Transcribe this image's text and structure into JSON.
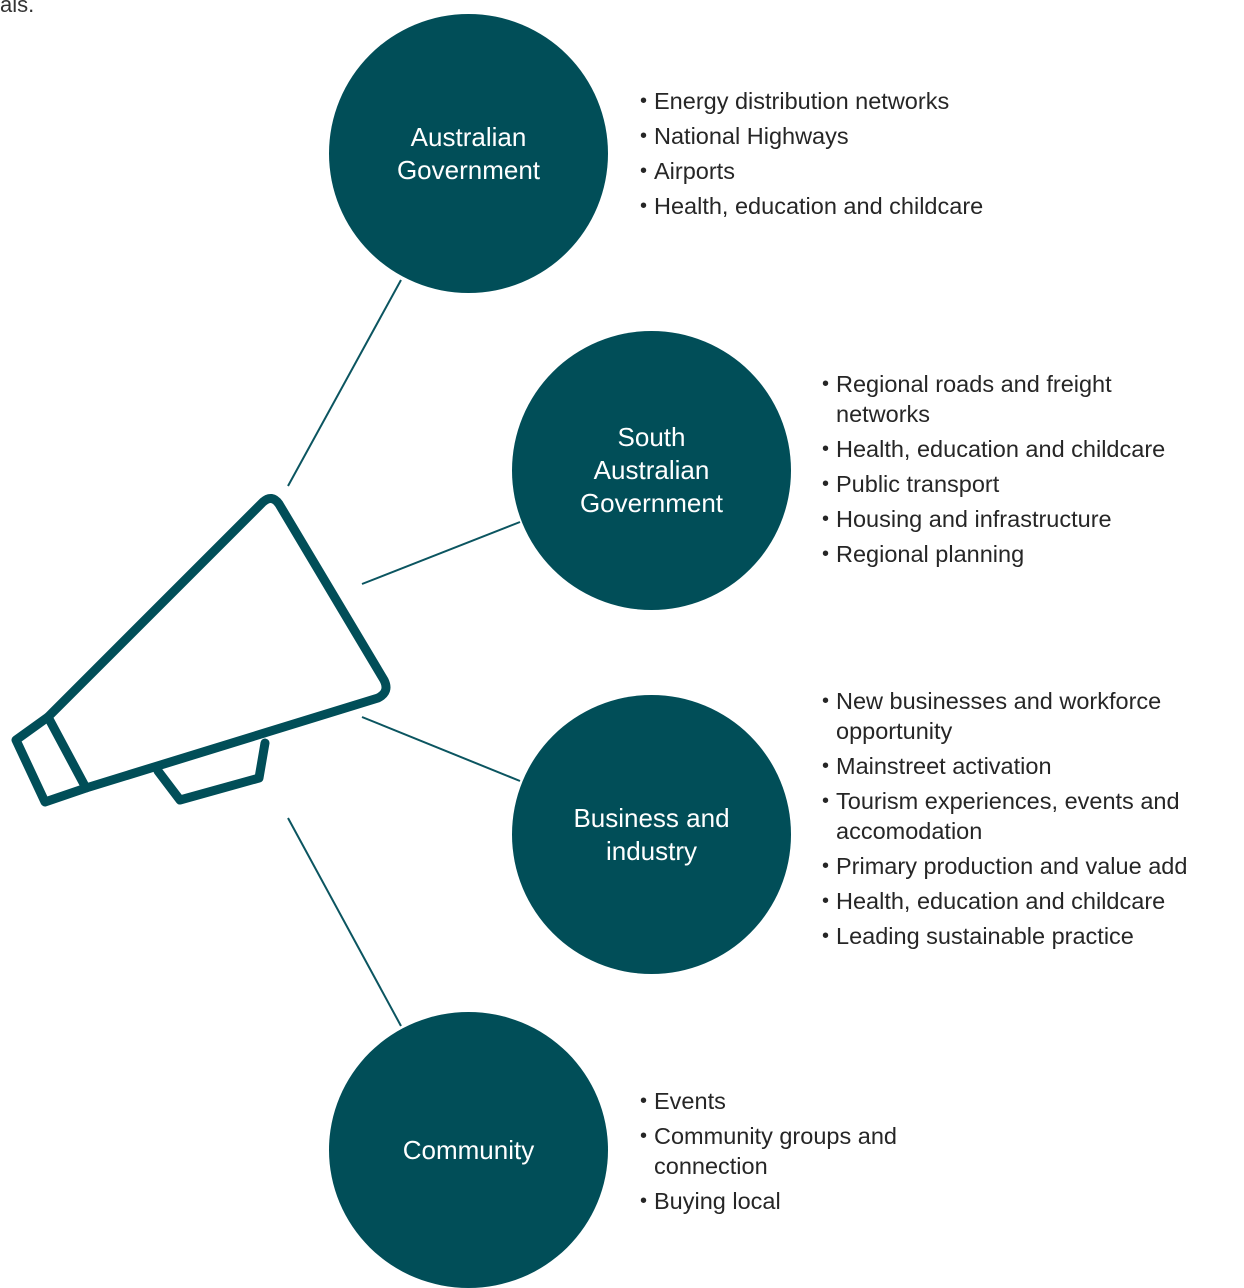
{
  "header_fragment": "als.",
  "colors": {
    "accent": "#014e58",
    "line": "#0b5560",
    "text": "#262626"
  },
  "icon": "megaphone-icon",
  "nodes": [
    {
      "label": "Australian\nGovernment",
      "items": [
        "Energy distribution networks",
        "National Highways",
        "Airports",
        "Health, education and childcare"
      ]
    },
    {
      "label": "South\nAustralian\nGovernment",
      "items": [
        "Regional roads and freight networks",
        "Health, education and childcare",
        "Public transport",
        "Housing and infrastructure",
        "Regional planning"
      ]
    },
    {
      "label": "Business and\nindustry",
      "items": [
        "New businesses and workforce opportunity",
        "Mainstreet activation",
        "Tourism experiences, events and accomodation",
        "Primary production and value add",
        "Health, education and childcare",
        "Leading sustainable practice"
      ]
    },
    {
      "label": "Community",
      "items": [
        "Events",
        "Community groups and connection",
        "Buying local"
      ]
    }
  ]
}
